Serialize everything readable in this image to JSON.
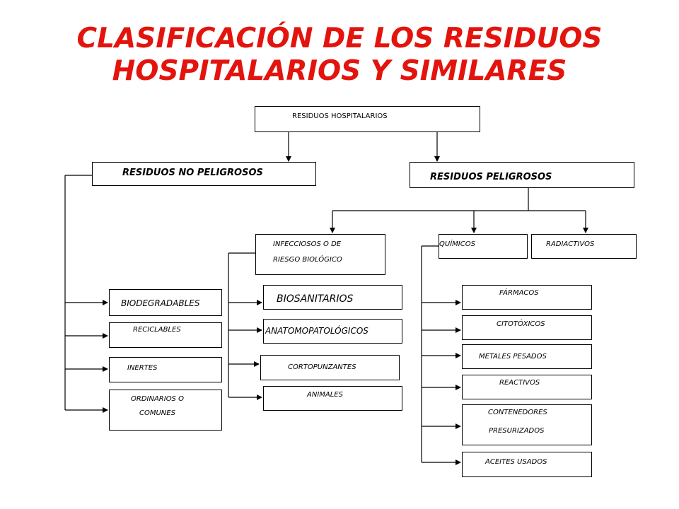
{
  "title": {
    "line1": "CLASIFICACIÓN DE LOS RESIDUOS",
    "line2": "HOSPITALARIOS Y SIMILARES"
  },
  "root": "RESIDUOS HOSPITALARIOS",
  "no_peligrosos": {
    "label": "RESIDUOS NO PELIGROSOS",
    "items": [
      "BIODEGRADABLES",
      "RECICLABLES",
      "INERTES",
      "ORDINARIOS O",
      "COMUNES"
    ]
  },
  "peligrosos": {
    "label": "RESIDUOS PELIGROSOS",
    "infecciosos": {
      "line1": "INFECCIOSOS O DE",
      "line2": "RIESGO BIOLÓGICO",
      "items": [
        "BIOSANITARIOS",
        "ANATOMOPATOLÓGICOS",
        "CORTOPUNZANTES",
        "ANIMALES"
      ]
    },
    "quimicos": {
      "label": "QUÍMICOS",
      "items": [
        "FÁRMACOS",
        "CITOTÓXICOS",
        "METALES PESADOS",
        "REACTIVOS",
        "CONTENEDORES",
        "PRESURIZADOS",
        "ACEITES USADOS"
      ]
    },
    "radiactivos": "RADIACTIVOS"
  }
}
